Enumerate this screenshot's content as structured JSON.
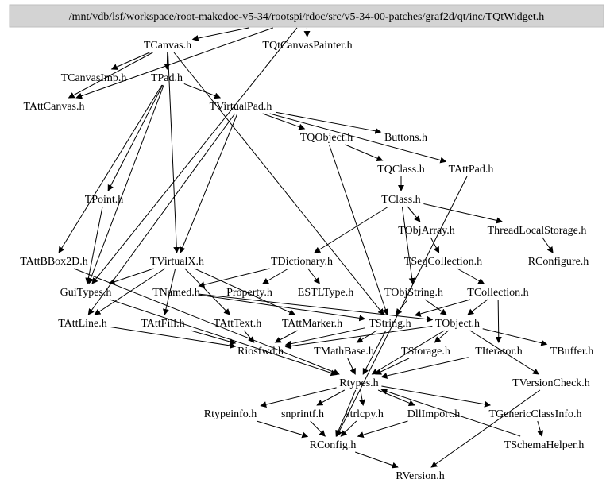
{
  "root": {
    "id": "TQtWidget",
    "label": "/mnt/vdb/lsf/workspace/root-makedoc-v5-34/rootspi/rdoc/src/v5-34-00-patches/graf2d/qt/inc/TQtWidget.h",
    "fill": "#d3d3d3"
  },
  "nodes": [
    {
      "id": "TCanvas",
      "label": "TCanvas.h"
    },
    {
      "id": "TQtCanvasPainter",
      "label": "TQtCanvasPainter.h"
    },
    {
      "id": "TCanvasImp",
      "label": "TCanvasImp.h"
    },
    {
      "id": "TPad",
      "label": "TPad.h"
    },
    {
      "id": "TAttCanvas",
      "label": "TAttCanvas.h"
    },
    {
      "id": "TVirtualPad",
      "label": "TVirtualPad.h"
    },
    {
      "id": "TQObject",
      "label": "TQObject.h"
    },
    {
      "id": "Buttons",
      "label": "Buttons.h"
    },
    {
      "id": "TQClass",
      "label": "TQClass.h"
    },
    {
      "id": "TAttPad",
      "label": "TAttPad.h"
    },
    {
      "id": "TClass",
      "label": "TClass.h"
    },
    {
      "id": "TPoint",
      "label": "TPoint.h"
    },
    {
      "id": "TObjArray",
      "label": "TObjArray.h"
    },
    {
      "id": "ThreadLocalStorage",
      "label": "ThreadLocalStorage.h"
    },
    {
      "id": "TAttBBox2D",
      "label": "TAttBBox2D.h"
    },
    {
      "id": "TVirtualX",
      "label": "TVirtualX.h"
    },
    {
      "id": "TDictionary",
      "label": "TDictionary.h"
    },
    {
      "id": "TSeqCollection",
      "label": "TSeqCollection.h"
    },
    {
      "id": "RConfigure",
      "label": "RConfigure.h"
    },
    {
      "id": "GuiTypes",
      "label": "GuiTypes.h"
    },
    {
      "id": "TNamed",
      "label": "TNamed.h"
    },
    {
      "id": "Property",
      "label": "Property.h"
    },
    {
      "id": "ESTLType",
      "label": "ESTLType.h"
    },
    {
      "id": "TObjString",
      "label": "TObjString.h"
    },
    {
      "id": "TCollection",
      "label": "TCollection.h"
    },
    {
      "id": "TAttLine",
      "label": "TAttLine.h"
    },
    {
      "id": "TAttFill",
      "label": "TAttFill.h"
    },
    {
      "id": "TAttText",
      "label": "TAttText.h"
    },
    {
      "id": "TAttMarker",
      "label": "TAttMarker.h"
    },
    {
      "id": "TString",
      "label": "TString.h"
    },
    {
      "id": "TObject",
      "label": "TObject.h"
    },
    {
      "id": "Riosfwd",
      "label": "Riosfwd.h"
    },
    {
      "id": "TMathBase",
      "label": "TMathBase.h"
    },
    {
      "id": "TStorage",
      "label": "TStorage.h"
    },
    {
      "id": "TIterator",
      "label": "TIterator.h"
    },
    {
      "id": "TBuffer",
      "label": "TBuffer.h"
    },
    {
      "id": "Rtypes",
      "label": "Rtypes.h"
    },
    {
      "id": "TVersionCheck",
      "label": "TVersionCheck.h"
    },
    {
      "id": "Rtypeinfo",
      "label": "Rtypeinfo.h"
    },
    {
      "id": "snprintf",
      "label": "snprintf.h"
    },
    {
      "id": "strlcpy",
      "label": "strlcpy.h"
    },
    {
      "id": "DllImport",
      "label": "DllImport.h"
    },
    {
      "id": "TGenericClassInfo",
      "label": "TGenericClassInfo.h"
    },
    {
      "id": "RConfig",
      "label": "RConfig.h"
    },
    {
      "id": "TSchemaHelper",
      "label": "TSchemaHelper.h"
    },
    {
      "id": "RVersion",
      "label": "RVersion.h"
    }
  ],
  "edges": [
    [
      "TQtWidget",
      "TCanvas"
    ],
    [
      "TQtWidget",
      "TQtCanvasPainter"
    ],
    [
      "TQtWidget",
      "TAttCanvas"
    ],
    [
      "TQtWidget",
      "GuiTypes"
    ],
    [
      "TCanvas",
      "TCanvasImp"
    ],
    [
      "TCanvas",
      "TPad"
    ],
    [
      "TCanvas",
      "TAttCanvas"
    ],
    [
      "TCanvas",
      "TVirtualX"
    ],
    [
      "TCanvas",
      "TString"
    ],
    [
      "TPad",
      "TVirtualPad"
    ],
    [
      "TPad",
      "TPoint"
    ],
    [
      "TPad",
      "TAttBBox2D"
    ],
    [
      "TPad",
      "GuiTypes"
    ],
    [
      "TVirtualPad",
      "TQObject"
    ],
    [
      "TVirtualPad",
      "Buttons"
    ],
    [
      "TVirtualPad",
      "TAttPad"
    ],
    [
      "TVirtualPad",
      "TVirtualX"
    ],
    [
      "TVirtualPad",
      "TAttLine"
    ],
    [
      "TQObject",
      "TQClass"
    ],
    [
      "TQObject",
      "TString"
    ],
    [
      "TQClass",
      "TClass"
    ],
    [
      "TClass",
      "TDictionary"
    ],
    [
      "TClass",
      "TObjArray"
    ],
    [
      "TClass",
      "ThreadLocalStorage"
    ],
    [
      "TClass",
      "TObjString"
    ],
    [
      "TObjArray",
      "TSeqCollection"
    ],
    [
      "ThreadLocalStorage",
      "RConfigure"
    ],
    [
      "TSeqCollection",
      "TCollection"
    ],
    [
      "TCollection",
      "TObject"
    ],
    [
      "TCollection",
      "TIterator"
    ],
    [
      "TCollection",
      "TString"
    ],
    [
      "TDictionary",
      "TNamed"
    ],
    [
      "TDictionary",
      "Property"
    ],
    [
      "TDictionary",
      "ESTLType"
    ],
    [
      "TVirtualX",
      "GuiTypes"
    ],
    [
      "TVirtualX",
      "TAttLine"
    ],
    [
      "TVirtualX",
      "TAttFill"
    ],
    [
      "TVirtualX",
      "TAttText"
    ],
    [
      "TVirtualX",
      "TAttMarker"
    ],
    [
      "TPoint",
      "GuiTypes"
    ],
    [
      "TAttBBox2D",
      "Rtypes"
    ],
    [
      "TNamed",
      "TString"
    ],
    [
      "TNamed",
      "TObject"
    ],
    [
      "TObjString",
      "TString"
    ],
    [
      "TObjString",
      "TObject"
    ],
    [
      "GuiTypes",
      "Rtypes"
    ],
    [
      "TAttLine",
      "Riosfwd"
    ],
    [
      "TAttFill",
      "Riosfwd"
    ],
    [
      "TAttText",
      "Riosfwd"
    ],
    [
      "TAttMarker",
      "Riosfwd"
    ],
    [
      "TString",
      "Riosfwd"
    ],
    [
      "TObject",
      "Riosfwd"
    ],
    [
      "TString",
      "TMathBase"
    ],
    [
      "TString",
      "Rtypes"
    ],
    [
      "TObject",
      "TStorage"
    ],
    [
      "TObject",
      "TBuffer"
    ],
    [
      "TObject",
      "TVersionCheck"
    ],
    [
      "TObject",
      "Rtypes"
    ],
    [
      "TMathBase",
      "Rtypes"
    ],
    [
      "TStorage",
      "Rtypes"
    ],
    [
      "TIterator",
      "Rtypes"
    ],
    [
      "TVersionCheck",
      "RVersion"
    ],
    [
      "TAttPad",
      "RConfig"
    ],
    [
      "Rtypes",
      "Rtypeinfo"
    ],
    [
      "Rtypes",
      "snprintf"
    ],
    [
      "Rtypes",
      "strlcpy"
    ],
    [
      "Rtypes",
      "DllImport"
    ],
    [
      "Rtypes",
      "TGenericClassInfo"
    ],
    [
      "Rtypes",
      "RConfig"
    ],
    [
      "Rtypeinfo",
      "RConfig"
    ],
    [
      "snprintf",
      "RConfig"
    ],
    [
      "strlcpy",
      "RConfig"
    ],
    [
      "DllImport",
      "RConfig"
    ],
    [
      "TGenericClassInfo",
      "TSchemaHelper"
    ],
    [
      "TSchemaHelper",
      "Rtypes"
    ],
    [
      "RConfig",
      "RVersion"
    ]
  ]
}
